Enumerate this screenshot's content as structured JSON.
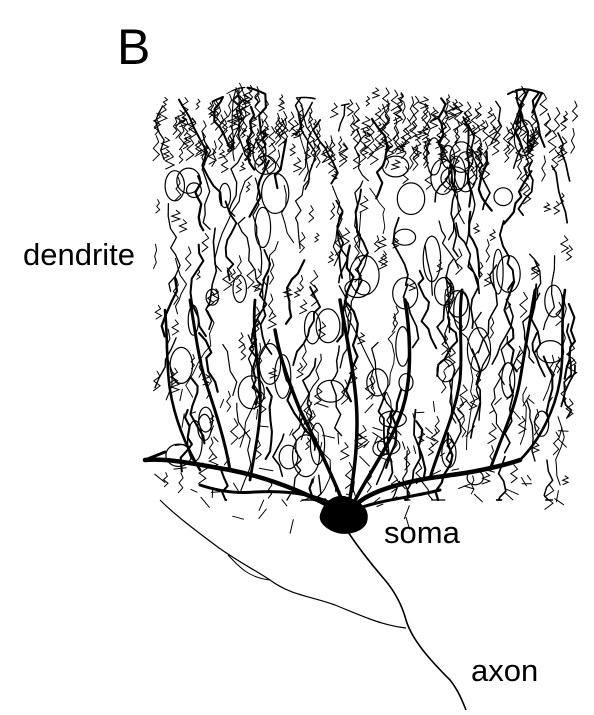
{
  "figure": {
    "panel_letter": "B",
    "labels": {
      "dendrite": "dendrite",
      "soma": "soma",
      "axon": "axon"
    },
    "colors": {
      "background": "#ffffff",
      "ink": "#000000"
    }
  }
}
